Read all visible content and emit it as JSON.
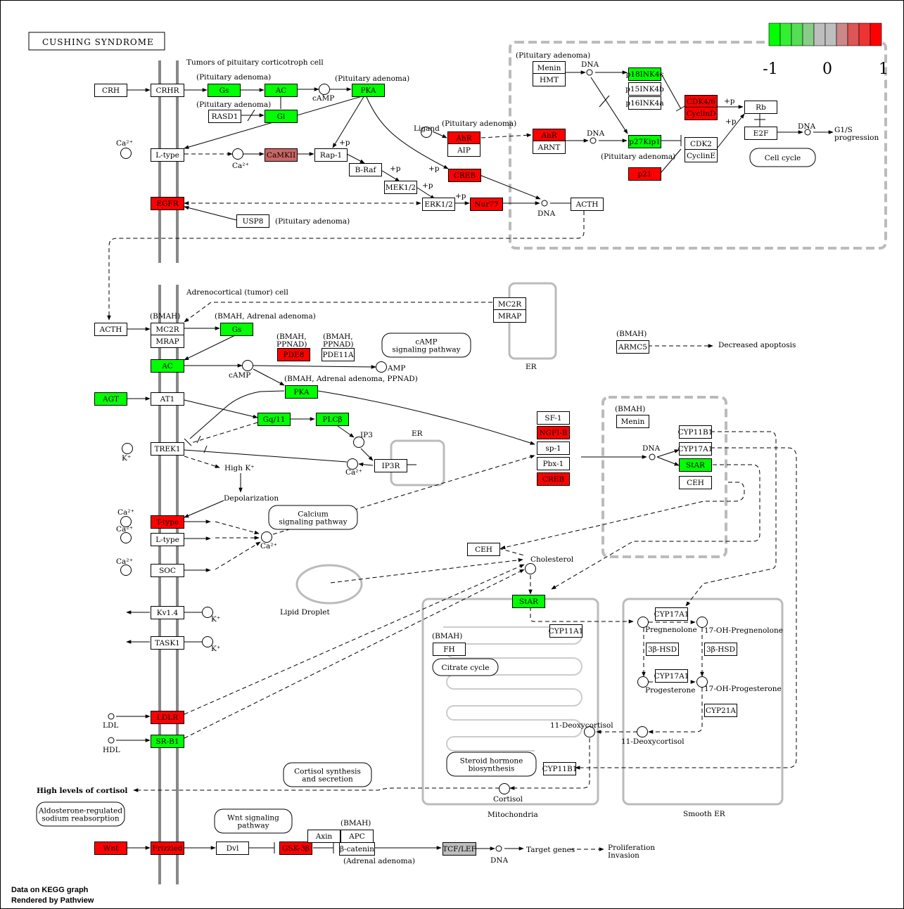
{
  "title": "CUSHING SYNDROME",
  "footer": {
    "line1": "Data on KEGG graph",
    "line2": "Rendered by Pathview"
  },
  "legend": {
    "colors": [
      "#00FF00",
      "#33EE33",
      "#55DD55",
      "#88CC88",
      "#BEBEBE",
      "#BEBEBE",
      "#CC8888",
      "#DD5555",
      "#EE3333",
      "#FF0000"
    ],
    "labels": [
      "-1",
      "0",
      "1"
    ]
  },
  "colors": {
    "up": "#FF0000",
    "down": "#00FF00",
    "mid": "#CC6666",
    "gray": "#BEBEBE",
    "none": "#FFFFFF"
  },
  "nodes": [
    {
      "id": "CRH",
      "label": "CRH",
      "fill": "none"
    },
    {
      "id": "CRHR",
      "label": "CRHR",
      "fill": "none"
    },
    {
      "id": "Gs1",
      "label": "Gs",
      "fill": "down"
    },
    {
      "id": "AC1",
      "label": "AC",
      "fill": "down"
    },
    {
      "id": "PKA1",
      "label": "PKA",
      "fill": "down"
    },
    {
      "id": "RASD1",
      "label": "RASD1",
      "fill": "none"
    },
    {
      "id": "Gi",
      "label": "Gi",
      "fill": "down"
    },
    {
      "id": "Ltype1",
      "label": "L-type",
      "fill": "none"
    },
    {
      "id": "CaMKII",
      "label": "CaMKII",
      "fill": "mid"
    },
    {
      "id": "Rap1",
      "label": "Rap-1",
      "fill": "none"
    },
    {
      "id": "BRaf",
      "label": "B-Raf",
      "fill": "none"
    },
    {
      "id": "MEK12",
      "label": "MEK1/2",
      "fill": "none"
    },
    {
      "id": "ERK12",
      "label": "ERK1/2",
      "fill": "none"
    },
    {
      "id": "Nur77",
      "label": "Nur77",
      "fill": "up"
    },
    {
      "id": "AhR1",
      "label": "AhR",
      "fill": "up"
    },
    {
      "id": "AIP",
      "label": "AIP",
      "fill": "none"
    },
    {
      "id": "CREB1",
      "label": "CREB",
      "fill": "up"
    },
    {
      "id": "EGFR",
      "label": "EGFR",
      "fill": "up"
    },
    {
      "id": "USP8",
      "label": "USP8",
      "fill": "none"
    },
    {
      "id": "ACTH1",
      "label": "ACTH",
      "fill": "none"
    },
    {
      "id": "Menin1",
      "label": "Menin",
      "fill": "none"
    },
    {
      "id": "HMT",
      "label": "HMT",
      "fill": "none"
    },
    {
      "id": "p18",
      "label": "p18INK4c",
      "fill": "down"
    },
    {
      "id": "p15",
      "label": "p15INK4b",
      "fill": "none"
    },
    {
      "id": "p16",
      "label": "p16INK4a",
      "fill": "none"
    },
    {
      "id": "CDK46",
      "label": "CDK4/6",
      "fill": "up"
    },
    {
      "id": "CyclinD",
      "label": "CyclinD",
      "fill": "up"
    },
    {
      "id": "Rb",
      "label": "Rb",
      "fill": "none"
    },
    {
      "id": "E2F",
      "label": "E2F",
      "fill": "none"
    },
    {
      "id": "AhR2",
      "label": "AhR",
      "fill": "up"
    },
    {
      "id": "ARNT",
      "label": "ARNT",
      "fill": "none"
    },
    {
      "id": "p27",
      "label": "p27Kip1",
      "fill": "down"
    },
    {
      "id": "CDK2",
      "label": "CDK2",
      "fill": "none"
    },
    {
      "id": "CyclinE",
      "label": "CyclinE",
      "fill": "none"
    },
    {
      "id": "p21",
      "label": "p21",
      "fill": "up"
    },
    {
      "id": "ACTH2",
      "label": "ACTH",
      "fill": "none"
    },
    {
      "id": "MC2R1",
      "label": "MC2R",
      "fill": "none"
    },
    {
      "id": "MRAP1",
      "label": "MRAP",
      "fill": "none"
    },
    {
      "id": "Gs2",
      "label": "Gs",
      "fill": "down"
    },
    {
      "id": "AC2",
      "label": "AC",
      "fill": "down"
    },
    {
      "id": "PDE8",
      "label": "PDE8",
      "fill": "up"
    },
    {
      "id": "PDE11A",
      "label": "PDE11A",
      "fill": "none"
    },
    {
      "id": "PKA2",
      "label": "PKA",
      "fill": "down"
    },
    {
      "id": "MC2R2",
      "label": "MC2R",
      "fill": "none"
    },
    {
      "id": "MRAP2",
      "label": "MRAP",
      "fill": "none"
    },
    {
      "id": "ARMC5",
      "label": "ARMC5",
      "fill": "none"
    },
    {
      "id": "AGT",
      "label": "AGT",
      "fill": "down"
    },
    {
      "id": "AT1",
      "label": "AT1",
      "fill": "none"
    },
    {
      "id": "Gq11",
      "label": "Gq/11",
      "fill": "down"
    },
    {
      "id": "PLCb",
      "label": "PLCβ",
      "fill": "down"
    },
    {
      "id": "TREK1",
      "label": "TREK1",
      "fill": "none"
    },
    {
      "id": "IP3R",
      "label": "IP3R",
      "fill": "none"
    },
    {
      "id": "SF1",
      "label": "SF-1",
      "fill": "none"
    },
    {
      "id": "NGFIB",
      "label": "NGFI-B",
      "fill": "up"
    },
    {
      "id": "sp1",
      "label": "sp-1",
      "fill": "none"
    },
    {
      "id": "Pbx1",
      "label": "Pbx-1",
      "fill": "none"
    },
    {
      "id": "CREB2",
      "label": "CREB",
      "fill": "up"
    },
    {
      "id": "Menin2",
      "label": "Menin",
      "fill": "none"
    },
    {
      "id": "CYP11B1a",
      "label": "CYP11B1",
      "fill": "none"
    },
    {
      "id": "CYP17A1a",
      "label": "CYP17A1",
      "fill": "none"
    },
    {
      "id": "StAR1",
      "label": "StAR",
      "fill": "down"
    },
    {
      "id": "CEH1",
      "label": "CEH",
      "fill": "none"
    },
    {
      "id": "Ttype",
      "label": "T-type",
      "fill": "up"
    },
    {
      "id": "Ltype2",
      "label": "L-type",
      "fill": "none"
    },
    {
      "id": "SOC",
      "label": "SOC",
      "fill": "none"
    },
    {
      "id": "CEH2",
      "label": "CEH",
      "fill": "none"
    },
    {
      "id": "StAR2",
      "label": "StAR",
      "fill": "down"
    },
    {
      "id": "CYP11A1",
      "label": "CYP11A1",
      "fill": "none"
    },
    {
      "id": "CYP17A1b",
      "label": "CYP17A1",
      "fill": "none"
    },
    {
      "id": "HSD1",
      "label": "3β-HSD",
      "fill": "none"
    },
    {
      "id": "HSD2",
      "label": "3β-HSD",
      "fill": "none"
    },
    {
      "id": "CYP17A1c",
      "label": "CYP17A1",
      "fill": "none"
    },
    {
      "id": "CYP21A",
      "label": "CYP21A",
      "fill": "none"
    },
    {
      "id": "FH",
      "label": "FH",
      "fill": "none"
    },
    {
      "id": "CYP11B1b",
      "label": "CYP11B1",
      "fill": "none"
    },
    {
      "id": "Kv14",
      "label": "Kv1.4",
      "fill": "none"
    },
    {
      "id": "TASK1",
      "label": "TASK1",
      "fill": "none"
    },
    {
      "id": "LDLR",
      "label": "LDLR",
      "fill": "up"
    },
    {
      "id": "SRB1",
      "label": "SR-B1",
      "fill": "down"
    },
    {
      "id": "Wnt",
      "label": "Wnt",
      "fill": "up"
    },
    {
      "id": "Frizzled",
      "label": "Frizzled",
      "fill": "up"
    },
    {
      "id": "Dvl",
      "label": "Dvl",
      "fill": "none"
    },
    {
      "id": "GSK3b",
      "label": "GSK-3β",
      "fill": "up"
    },
    {
      "id": "Axin",
      "label": "Axin",
      "fill": "none"
    },
    {
      "id": "APC",
      "label": "APC",
      "fill": "none"
    },
    {
      "id": "bcatenin",
      "label": "β-catenin",
      "fill": "none"
    },
    {
      "id": "TCFLEF",
      "label": "TCF/LEF",
      "fill": "gray"
    }
  ],
  "pathways": [
    {
      "id": "cellcycle",
      "label": "Cell cycle"
    },
    {
      "id": "camp",
      "label": "cAMP\nsignaling pathway"
    },
    {
      "id": "calcium",
      "label": "Calcium\nsignaling pathway"
    },
    {
      "id": "citrate",
      "label": "Citrate cycle"
    },
    {
      "id": "steroid",
      "label": "Steroid hormone\nbiosynthesis"
    },
    {
      "id": "cortisol",
      "label": "Cortisol synthesis\nand secretion"
    },
    {
      "id": "aldo",
      "label": "Aldosterone-regulated\nsodium reabsorption"
    },
    {
      "id": "wnt",
      "label": "Wnt signaling\npathway"
    }
  ],
  "labels": [
    {
      "id": "l_tumor_pit",
      "text": "Tumors of pituitary corticotroph cell"
    },
    {
      "id": "l_pa1",
      "text": "(Pituitary adenoma)"
    },
    {
      "id": "l_pa2",
      "text": "(Pituitary adenoma)"
    },
    {
      "id": "l_pa3",
      "text": "(Pituitary adenoma)"
    },
    {
      "id": "l_pa4",
      "text": "(Pituitary adenoma)"
    },
    {
      "id": "l_pa5",
      "text": "(Pituitary adenoma)"
    },
    {
      "id": "l_pa6",
      "text": "(Pituitary adenoma)"
    },
    {
      "id": "l_pa7",
      "text": "(Pituitary adenoma)"
    },
    {
      "id": "l_camp1",
      "text": "cAMP"
    },
    {
      "id": "l_ligand",
      "text": "Ligand"
    },
    {
      "id": "l_dna1",
      "text": "DNA"
    },
    {
      "id": "l_dna2",
      "text": "DNA"
    },
    {
      "id": "l_dna3",
      "text": "DNA"
    },
    {
      "id": "l_dna4",
      "text": "DNA"
    },
    {
      "id": "l_dna5",
      "text": "DNA"
    },
    {
      "id": "l_dna6",
      "text": "DNA"
    },
    {
      "id": "l_g1s",
      "text": "G1/S\nprogression"
    },
    {
      "id": "l_adreno",
      "text": "Adrenocortical (tumor) cell"
    },
    {
      "id": "l_bmah1",
      "text": "(BMAH)"
    },
    {
      "id": "l_bmah_aa",
      "text": "(BMAH, Adrenal adenoma)"
    },
    {
      "id": "l_bmah_pp1",
      "text": "(BMAH,\nPPNAD)"
    },
    {
      "id": "l_bmah_pp2",
      "text": "(BMAH,\nPPNAD)"
    },
    {
      "id": "l_camp2",
      "text": "cAMP"
    },
    {
      "id": "l_amp",
      "text": "AMP"
    },
    {
      "id": "l_bmah_aa_pp",
      "text": "(BMAH, Adrenal adenoma, PPNAD)"
    },
    {
      "id": "l_er1",
      "text": "ER"
    },
    {
      "id": "l_er2",
      "text": "ER"
    },
    {
      "id": "l_bmah2",
      "text": "(BMAH)"
    },
    {
      "id": "l_decapop",
      "text": "Decreased apoptosis"
    },
    {
      "id": "l_bmah3",
      "text": "(BMAH)"
    },
    {
      "id": "l_ip3",
      "text": "IP3"
    },
    {
      "id": "l_highk",
      "text": "High K⁺"
    },
    {
      "id": "l_depol",
      "text": "Depolarization"
    },
    {
      "id": "l_chol",
      "text": "Cholesterol"
    },
    {
      "id": "l_lipid",
      "text": "Lipid Droplet"
    },
    {
      "id": "l_preg",
      "text": "Pregnenolone"
    },
    {
      "id": "l_17preg",
      "text": "17-OH-Pregnenolone"
    },
    {
      "id": "l_prog",
      "text": "Progesterone"
    },
    {
      "id": "l_17prog",
      "text": "17-OH-Progesterone"
    },
    {
      "id": "l_11deoxy1",
      "text": "11-Deoxycortisol"
    },
    {
      "id": "l_11deoxy2",
      "text": "11-Deoxycortisol"
    },
    {
      "id": "l_cortisol",
      "text": "Cortisol"
    },
    {
      "id": "l_mito",
      "text": "Mitochondria"
    },
    {
      "id": "l_ser",
      "text": "Smooth ER"
    },
    {
      "id": "l_bmah4",
      "text": "(BMAH)"
    },
    {
      "id": "l_ldl",
      "text": "LDL"
    },
    {
      "id": "l_hdl",
      "text": "HDL"
    },
    {
      "id": "l_highcort",
      "text": "High levels of cortisol"
    },
    {
      "id": "l_bmah5",
      "text": "(BMAH)"
    },
    {
      "id": "l_adrad",
      "text": "(Adrenal adenoma)"
    },
    {
      "id": "l_target",
      "text": "Target genes"
    },
    {
      "id": "l_prolif",
      "text": "Proliferation\nInvasion"
    },
    {
      "id": "l_ca1",
      "text": "Ca²⁺"
    },
    {
      "id": "l_ca2",
      "text": "Ca²⁺"
    },
    {
      "id": "l_ca3",
      "text": "Ca²⁺"
    },
    {
      "id": "l_ca4",
      "text": "Ca²⁺"
    },
    {
      "id": "l_ca5",
      "text": "Ca²⁺"
    },
    {
      "id": "l_ca6",
      "text": "Ca²⁺"
    },
    {
      "id": "l_ca7",
      "text": "Ca²⁺"
    },
    {
      "id": "l_k1",
      "text": "K⁺"
    },
    {
      "id": "l_k2",
      "text": "K⁺"
    },
    {
      "id": "l_k3",
      "text": "K⁺"
    },
    {
      "id": "l_p1",
      "text": "+p"
    },
    {
      "id": "l_p2",
      "text": "+p"
    },
    {
      "id": "l_p3",
      "text": "+p"
    },
    {
      "id": "l_p4",
      "text": "+p"
    },
    {
      "id": "l_p5",
      "text": "+p"
    },
    {
      "id": "l_p6",
      "text": "+p"
    },
    {
      "id": "l_p7",
      "text": "+p"
    }
  ]
}
